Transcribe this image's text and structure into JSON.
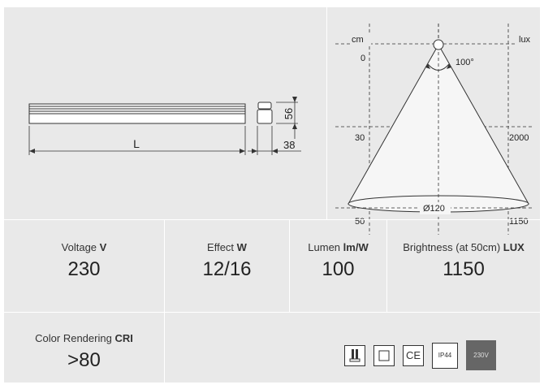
{
  "drawing": {
    "length_label": "L",
    "height_label": "56",
    "width_label": "38"
  },
  "beam": {
    "unit_left": "cm",
    "unit_right": "lux",
    "angle": "100°",
    "dist_0": "0",
    "dist_30": "30",
    "dist_50": "50",
    "lux_2000": "2000",
    "lux_1150": "1150",
    "diameter": "Ø120"
  },
  "specs": {
    "voltage": {
      "label": "Voltage ",
      "unit": "V",
      "value": "230"
    },
    "effect": {
      "label": "Effect ",
      "unit": "W",
      "value": "12/16"
    },
    "lumen": {
      "label": "Lumen ",
      "unit": "lm/W",
      "value": "100"
    },
    "brightness": {
      "label": "Brightness (at 50cm) ",
      "unit": "LUX",
      "value": "1150"
    },
    "cri": {
      "label": "Color Rendering ",
      "unit": "CRI",
      "value": ">80"
    }
  },
  "badges": {
    "ip": "IP44",
    "voltage": "230V",
    "ce": "CE"
  }
}
